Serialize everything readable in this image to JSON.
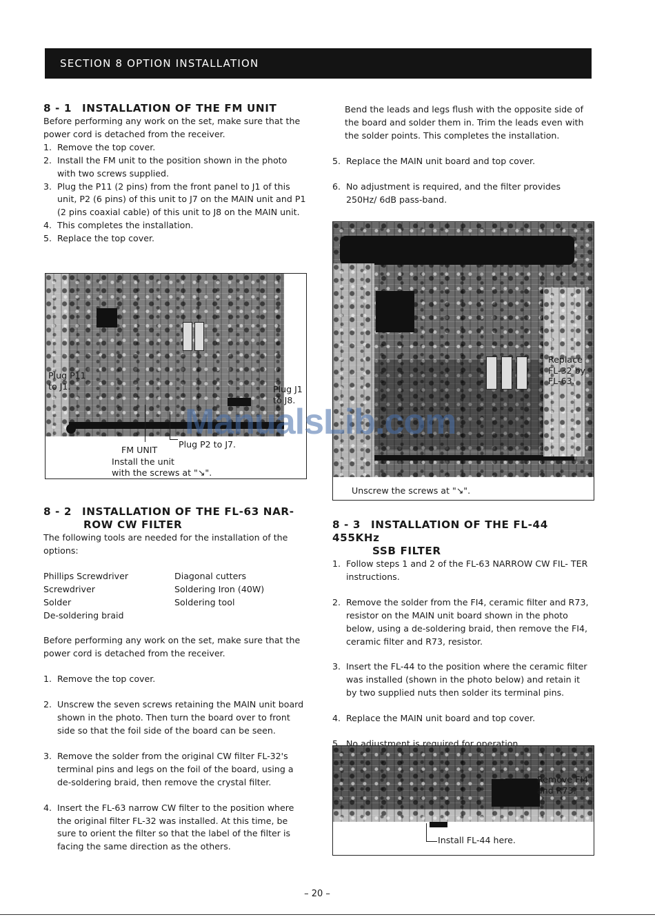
{
  "header": {
    "section_title": "SECTION  8  OPTION  INSTALLATION"
  },
  "s81": {
    "number": "8 - 1",
    "title": "INSTALLATION  OF  THE  FM  UNIT",
    "intro": "Before performing any work on the set, make sure that the power cord is detached from the receiver.",
    "steps": [
      {
        "n": "1.",
        "text": "Remove the top cover."
      },
      {
        "n": "2.",
        "text": "Install the FM unit to the position shown in the photo with two screws supplied."
      },
      {
        "n": "3.",
        "text": "Plug the P11 (2 pins) from the front panel to J1 of this unit, P2 (6 pins) of this unit to J7 on the MAIN unit and P1 (2 pins coaxial cable) of this unit to J8 on the MAIN unit."
      },
      {
        "n": "4.",
        "text": "This completes the installation."
      },
      {
        "n": "5.",
        "text": "Replace the top cover."
      }
    ],
    "photo": {
      "label_p11_line1": "Plug P11",
      "label_p11_line2": "to J1.",
      "label_j1_line1": "Plug J1",
      "label_j1_line2": "to J8.",
      "label_p2": "Plug P2 to J7.",
      "label_fm_unit": "FM  UNIT",
      "caption_line1": "Install the unit",
      "caption_line2": "with the screws at \"↘\"."
    }
  },
  "s82": {
    "number": "8 - 2",
    "title_line1": "INSTALLATION  OF  THE  FL-63  NAR-",
    "title_line2": "ROW  CW  FILTER",
    "intro": "The following tools are needed for the installation of the options:",
    "tools": [
      "Phillips Screwdriver",
      "Diagonal cutters",
      "Screwdriver",
      "Soldering Iron (40W)",
      "Solder",
      "Soldering tool",
      "De-soldering braid",
      ""
    ],
    "caution": "Before performing any work on the set, make sure that the power cord is detached from the receiver.",
    "steps": [
      {
        "n": "1.",
        "text": "Remove the top cover."
      },
      {
        "n": "2.",
        "text": "Unscrew the seven screws retaining the MAIN unit board shown in the photo.  Then turn the board over to front side so that the foil side of the board can be seen."
      },
      {
        "n": "3.",
        "text": "Remove the solder from the original CW filter FL-32's terminal pins and legs on the foil of the board, using a de-soldering braid, then remove the crystal filter."
      },
      {
        "n": "4.",
        "text": "Insert the FL-63 narrow CW filter to the position where the original filter FL-32 was installed.  At this time, be sure to orient the filter so that the label of the filter is facing the same direction as the others."
      }
    ],
    "continued": "Bend the leads and legs flush with the opposite side of the board and solder them in.  Trim the leads even with the solder points.  This completes the installation.",
    "steps_cont": [
      {
        "n": "5.",
        "text": "Replace the MAIN unit board and top cover."
      },
      {
        "n": "6.",
        "text": "No adjustment is required, and the filter provides 250Hz/ 6dB pass-band."
      }
    ],
    "photo": {
      "label_replace_line1": "Replace",
      "label_replace_line2": "FL-32 by",
      "label_replace_line3": "FL-63.",
      "caption": "Unscrew the screws at \"↘\"."
    }
  },
  "s83": {
    "number": "8 - 3",
    "title_line1": "INSTALLATION  OF  THE  FL-44  455KHz",
    "title_line2": "SSB  FILTER",
    "steps": [
      {
        "n": "1.",
        "text": "Follow steps 1 and 2 of the FL-63 NARROW CW FIL- TER instructions."
      },
      {
        "n": "2.",
        "text": "Remove the solder from the FI4, ceramic filter and R73, resistor on the MAIN unit board shown in the photo below, using a de-soldering braid, then remove the FI4, ceramic filter and R73, resistor."
      },
      {
        "n": "3.",
        "text": "Insert the FL-44 to the position where the ceramic filter was installed (shown in the photo below) and retain it by two supplied nuts then solder its terminal pins."
      },
      {
        "n": "4.",
        "text": "Replace the MAIN unit board and top cover."
      },
      {
        "n": "5.",
        "text": "No adjustment is required for operation."
      }
    ],
    "photo": {
      "label_remove_line1": "Remove FI4",
      "label_remove_line2": "and R73.",
      "label_install": "Install FL-44 here."
    }
  },
  "watermark": "ManualsLib.com",
  "page_number": "– 20 –"
}
